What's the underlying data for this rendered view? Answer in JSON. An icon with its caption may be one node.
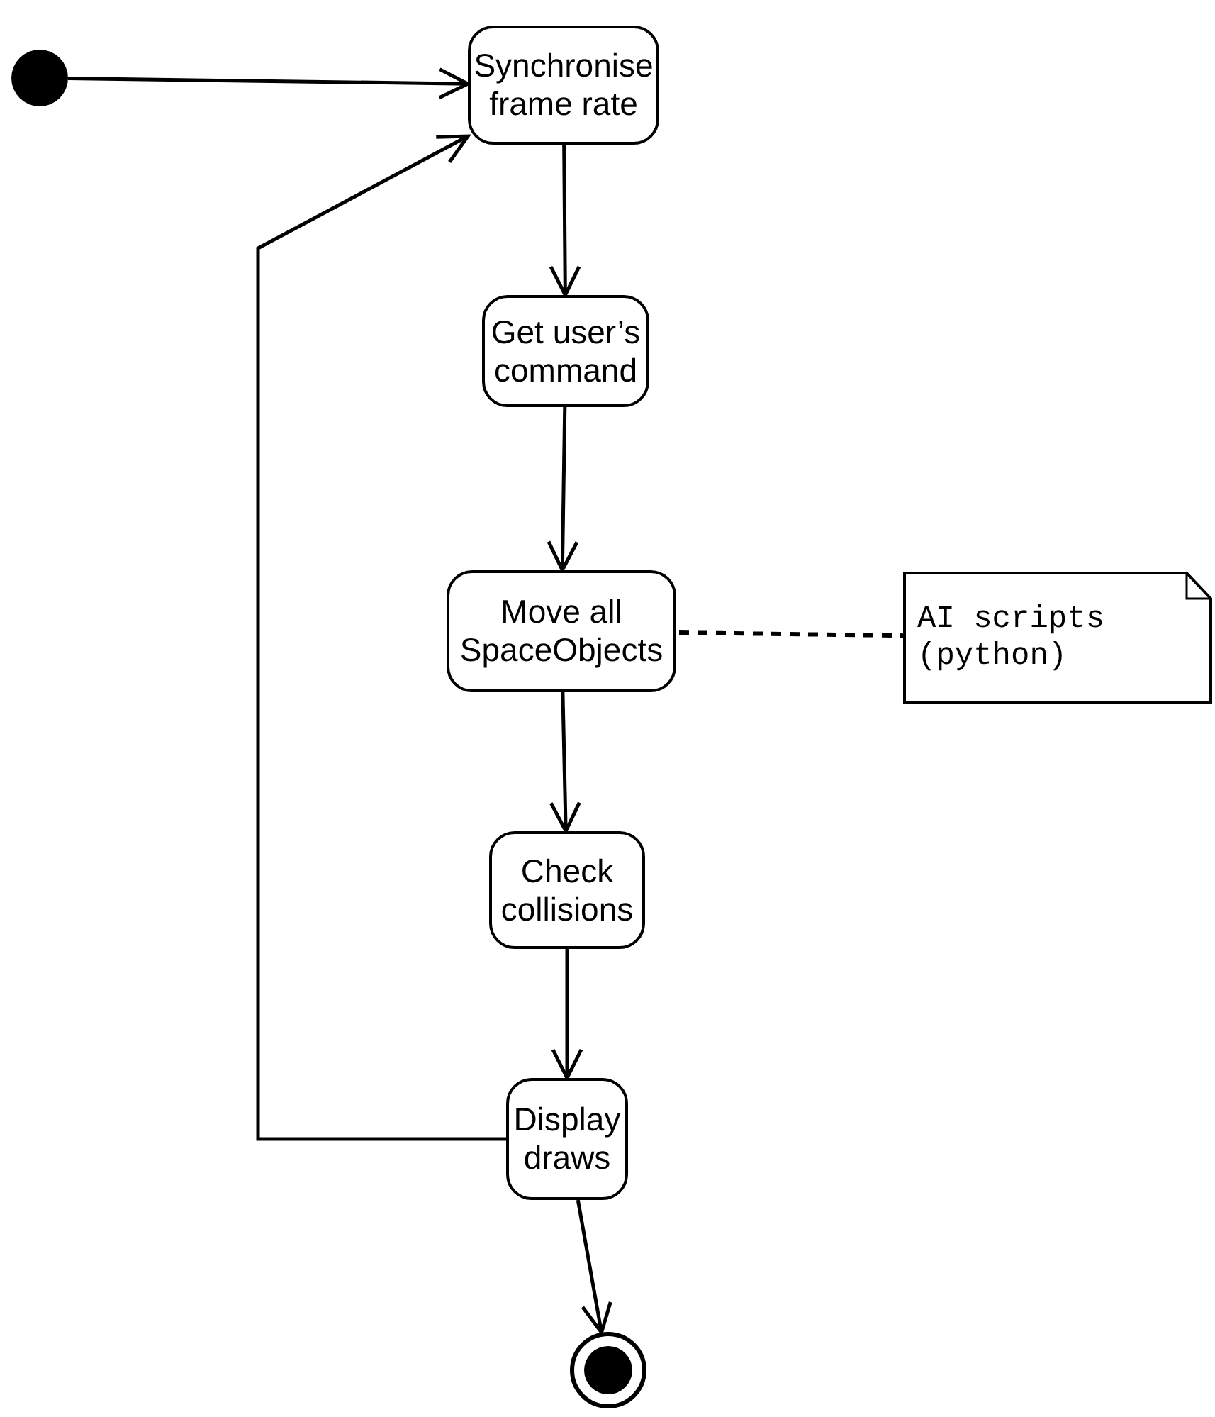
{
  "diagram": {
    "nodes": [
      {
        "text": [],
        "shape": "circle"
      },
      {
        "text": [
          "Synchronise frame rate"
        ]
      },
      {
        "text": [
          "Get user’s command"
        ]
      },
      {
        "text": [
          "Move all SpaceObjects"
        ]
      },
      {
        "text": [
          "AI scripts (python)"
        ]
      },
      {
        "text": [
          "Check collisions"
        ]
      },
      {
        "text": [
          "Display draws"
        ]
      },
      {
        "text": [],
        "shape": "bullseye"
      }
    ],
    "edges": [
      {
        "from": 0,
        "to": 1,
        "arrow": "to"
      },
      {
        "from": 1,
        "to": 2,
        "arrow": "to"
      },
      {
        "from": 2,
        "to": 3,
        "arrow": "to"
      },
      {
        "from": 3,
        "to": 4,
        "arrow": "none",
        "style": "dashed"
      },
      {
        "from": 3,
        "to": 5,
        "arrow": "to"
      },
      {
        "from": 5,
        "to": 6,
        "arrow": "to"
      },
      {
        "from": 6,
        "to": 1,
        "arrow": "to"
      },
      {
        "from": 6,
        "to": 7,
        "arrow": "to"
      }
    ]
  }
}
